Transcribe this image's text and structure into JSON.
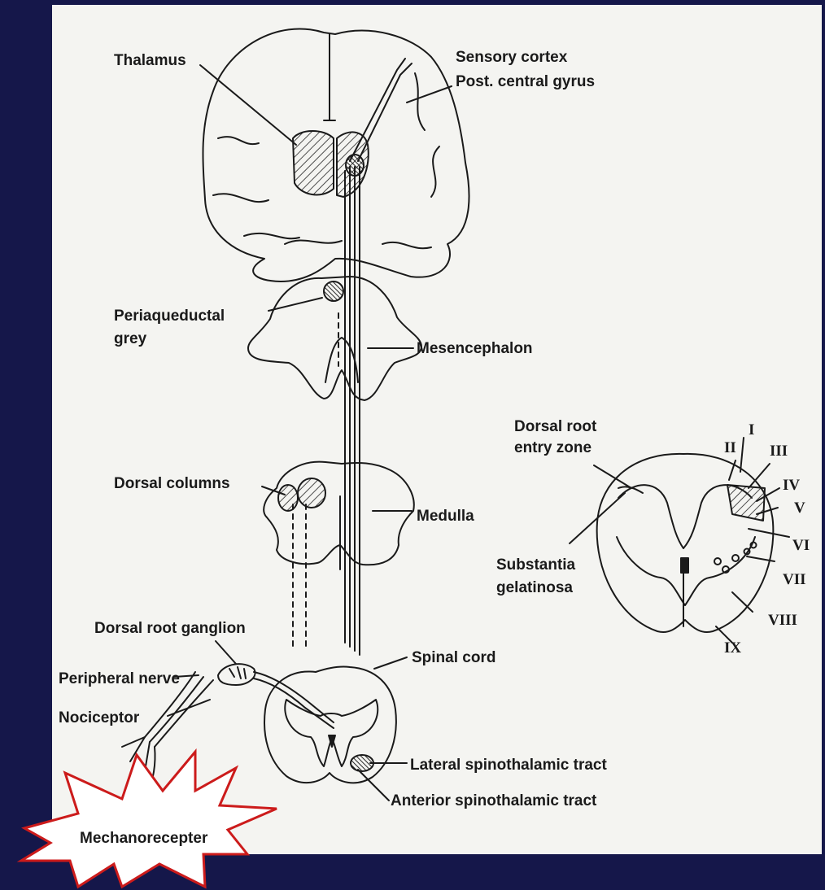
{
  "labels": {
    "thalamus": "Thalamus",
    "sensory_cortex": "Sensory cortex",
    "post_central_gyrus": "Post. central gyrus",
    "periaqueductal_1": "Periaqueductal",
    "periaqueductal_2": "grey",
    "mesencephalon": "Mesencephalon",
    "dorsal_columns": "Dorsal columns",
    "medulla": "Medulla",
    "dorsal_root_ganglion": "Dorsal root ganglion",
    "spinal_cord": "Spinal cord",
    "peripheral_nerve": "Peripheral nerve",
    "nociceptor": "Nociceptor",
    "lateral_spinothalamic": "Lateral spinothalamic tract",
    "anterior_spinothalamic": "Anterior spinothalamic tract",
    "mechanoreceptor": "Mechanorecepter",
    "drez_1": "Dorsal root",
    "drez_2": "entry zone",
    "subst_1": "Substantia",
    "subst_2": "gelatinosa"
  },
  "laminae": [
    "I",
    "II",
    "III",
    "IV",
    "V",
    "VI",
    "VII",
    "VIII",
    "IX"
  ],
  "colors": {
    "slide_background": "#15174a",
    "paper": "#f4f4f1",
    "ink": "#1a1a1a",
    "starburst": "#cc1b1b"
  }
}
